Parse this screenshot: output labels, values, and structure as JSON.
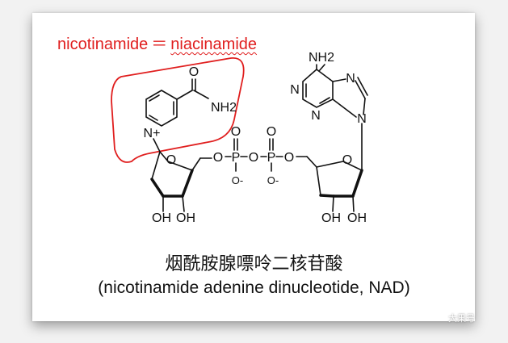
{
  "title": {
    "left": "nicotinamide",
    "equals": "＝",
    "right": "niacinamide"
  },
  "structure_labels": {
    "amine": "NH2",
    "amide_o": "O",
    "amide_nh2": "NH2",
    "pyridinium_n": "N+",
    "phosphate_o": "O",
    "phosphate_p": "P",
    "phosphate_o_minus": "O-",
    "ring_o": "O",
    "hydroxyl": "OH",
    "purine_n": "N"
  },
  "caption": {
    "chinese": "烟酰胺腺嘌呤二核苷酸",
    "english": "(nicotinamide adenine dinucleotide, NAD)"
  },
  "watermark": "大果号",
  "colors": {
    "highlight": "#e01e1e",
    "structure": "#111111"
  }
}
